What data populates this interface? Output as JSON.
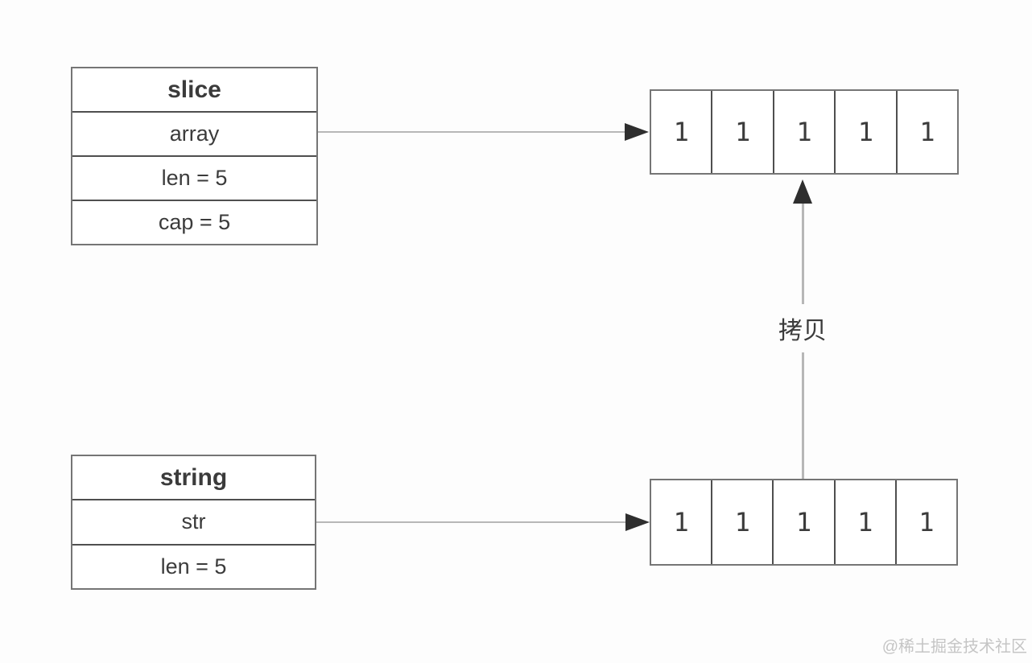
{
  "slice_table": {
    "title": "slice",
    "fields": [
      "array",
      "len = 5",
      "cap = 5"
    ]
  },
  "string_table": {
    "title": "string",
    "fields": [
      "str",
      "len = 5"
    ]
  },
  "top_array": {
    "cells": [
      "1",
      "1",
      "1",
      "1",
      "1"
    ]
  },
  "bottom_array": {
    "cells": [
      "1",
      "1",
      "1",
      "1",
      "1"
    ]
  },
  "copy_arrow_label": "拷贝",
  "watermark": "@稀土掘金技术社区",
  "colors": {
    "background": "#fdfdfd",
    "box_border": "#757575",
    "divider": "#4f4f4f",
    "text": "#3b3b3b",
    "arrow_line": "#b7b7b7",
    "arrow_head": "#2e2e2e",
    "watermark_color": "#c5c5c5"
  }
}
